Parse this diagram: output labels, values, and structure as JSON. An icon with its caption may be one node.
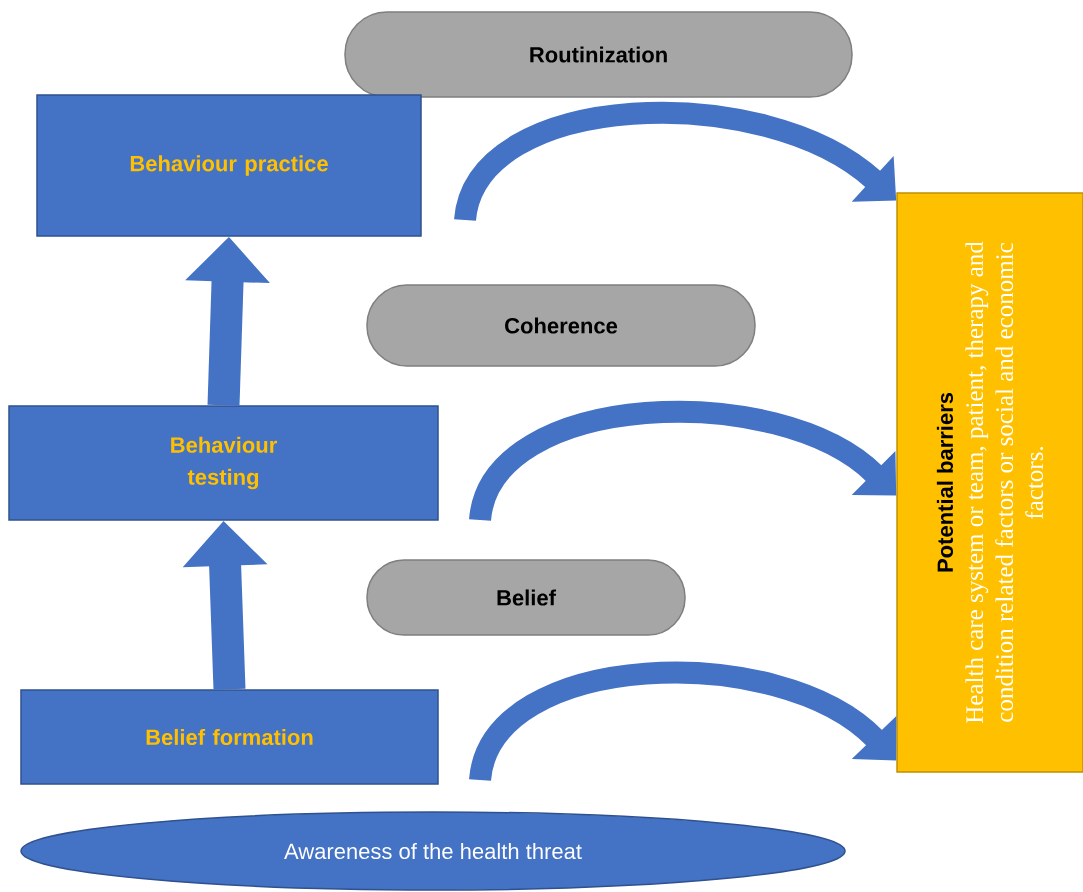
{
  "diagram": {
    "nodes": [
      {
        "text": [
          "Routinization"
        ]
      },
      {
        "text": [
          "Behaviour practice"
        ]
      },
      {
        "text": [
          "Coherence"
        ]
      },
      {
        "text": [
          "Behaviour testing"
        ]
      },
      {
        "text": [
          "Belief"
        ]
      },
      {
        "text": [
          "Belief formation"
        ]
      },
      {
        "text": [
          "Awareness of the health threat"
        ]
      },
      {
        "text": [
          "Potential barriers",
          "Health care system or team, patient, therapy and condition related factors or social and economic factors."
        ]
      }
    ],
    "edges": [
      {
        "from": 5,
        "to": 3,
        "arrow": "to"
      },
      {
        "from": 3,
        "to": 1,
        "arrow": "to"
      },
      {
        "from": null,
        "to": 7,
        "arrow": "to"
      },
      {
        "from": null,
        "to": 7,
        "arrow": "to"
      },
      {
        "from": null,
        "to": 7,
        "arrow": "to"
      }
    ]
  }
}
